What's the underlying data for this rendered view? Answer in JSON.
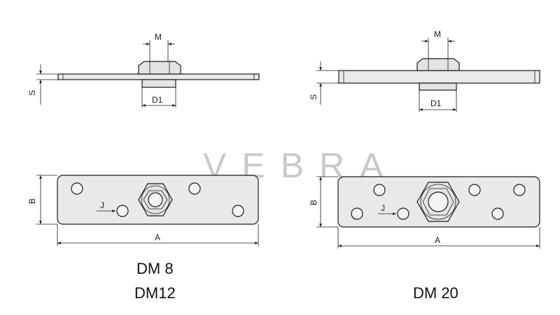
{
  "watermark": "VEBRA",
  "labels": {
    "thread": "M",
    "thickness": "S",
    "diameter": "D1",
    "height": "B",
    "length": "A",
    "hole_offset": "J"
  },
  "models": {
    "left_line1": "DM 8",
    "left_line2": "DM12",
    "right": "DM 20"
  },
  "colors": {
    "line": "#1a1a1a",
    "fill": "#e9e9e9",
    "watermark": "#c9c9c9"
  }
}
